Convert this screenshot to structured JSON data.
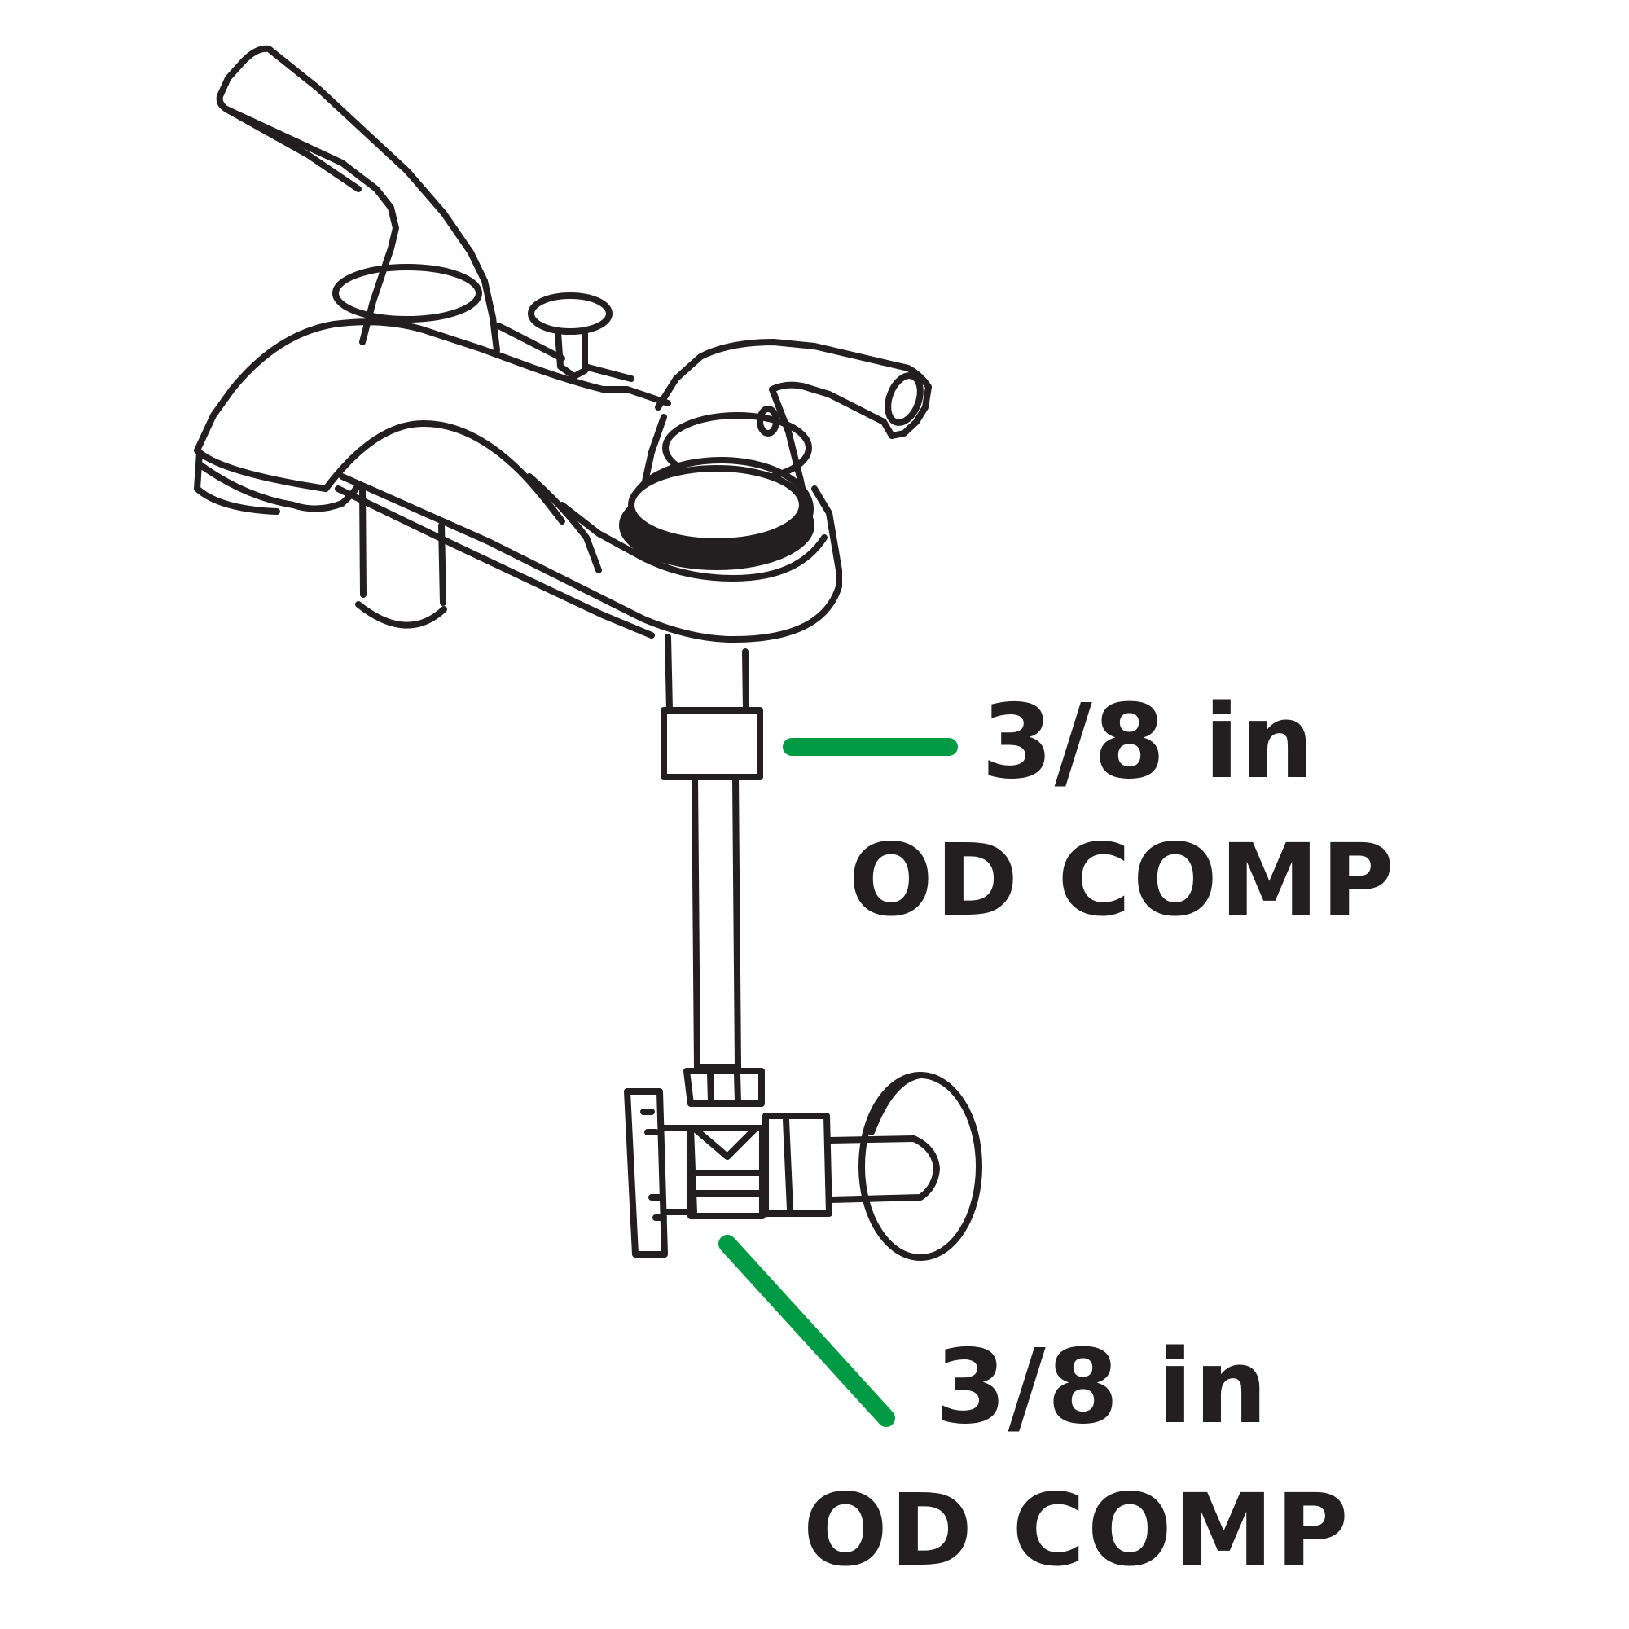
{
  "colors": {
    "ink": "#231f20",
    "leader": "#009a44",
    "background": "#ffffff"
  },
  "callouts": [
    {
      "size": "3/8 in",
      "connection": "OD COMP"
    },
    {
      "size": "3/8 in",
      "connection": "OD COMP"
    }
  ]
}
